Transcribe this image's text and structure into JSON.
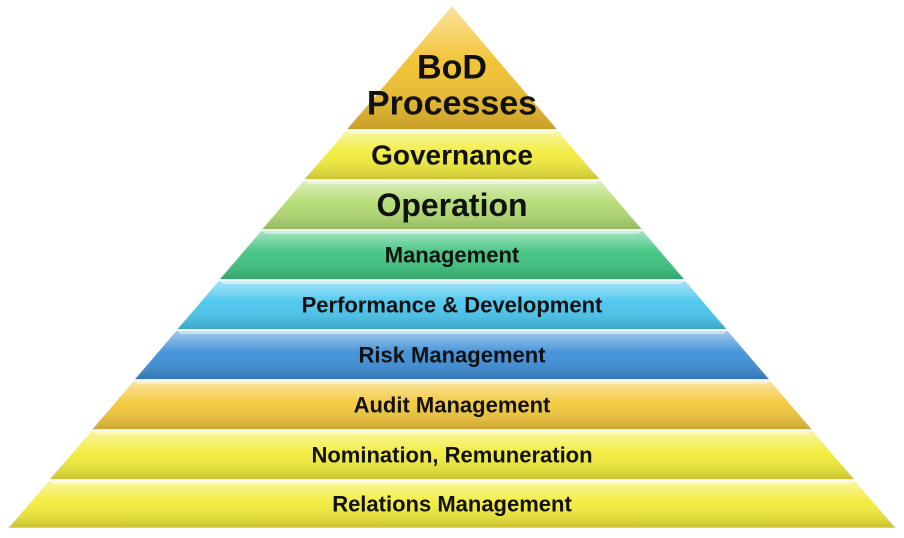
{
  "levels": [
    {
      "lines": [
        "BoD",
        "Processes"
      ],
      "color": "#f2c12e"
    },
    {
      "lines": [
        "Governance"
      ],
      "color": "#f2ec3a"
    },
    {
      "lines": [
        "Operation"
      ],
      "color": "#b2dc72"
    },
    {
      "lines": [
        "Management"
      ],
      "color": "#3ec47f"
    },
    {
      "lines": [
        "Performance & Development"
      ],
      "color": "#48c6ee"
    },
    {
      "lines": [
        "Risk Management"
      ],
      "color": "#3d8fd8"
    },
    {
      "lines": [
        "Audit Management"
      ],
      "color": "#f3c83a"
    },
    {
      "lines": [
        "Nomination, Remuneration"
      ],
      "color": "#f2ec3a"
    },
    {
      "lines": [
        "Relations Management"
      ],
      "color": "#f2ec3a"
    }
  ]
}
